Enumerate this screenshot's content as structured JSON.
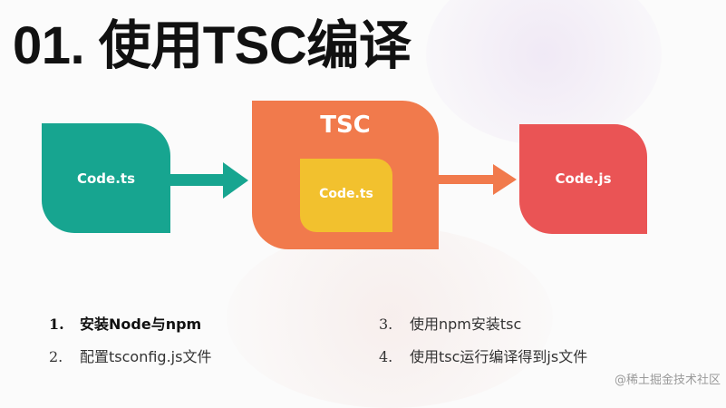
{
  "slide": {
    "title": "01. 使用TSC编译"
  },
  "diagram": {
    "source_box": {
      "label": "Code.ts",
      "color": "#17a590"
    },
    "compiler_box": {
      "label": "TSC",
      "color": "#f17a4c"
    },
    "compiler_inner_box": {
      "label": "Code.ts",
      "color": "#f2c12e"
    },
    "output_box": {
      "label": "Code.js",
      "color": "#ea5455"
    },
    "arrow_colors": [
      "#17a590",
      "#f17a4c"
    ]
  },
  "steps": [
    {
      "number": "1.",
      "text": "安装Node与npm"
    },
    {
      "number": "2.",
      "text": "配置tsconfig.js文件"
    },
    {
      "number": "3.",
      "text": "使用npm安装tsc"
    },
    {
      "number": "4.",
      "text": "使用tsc运行编译得到js文件"
    }
  ],
  "watermark": {
    "text": "@稀土掘金技术社区"
  }
}
